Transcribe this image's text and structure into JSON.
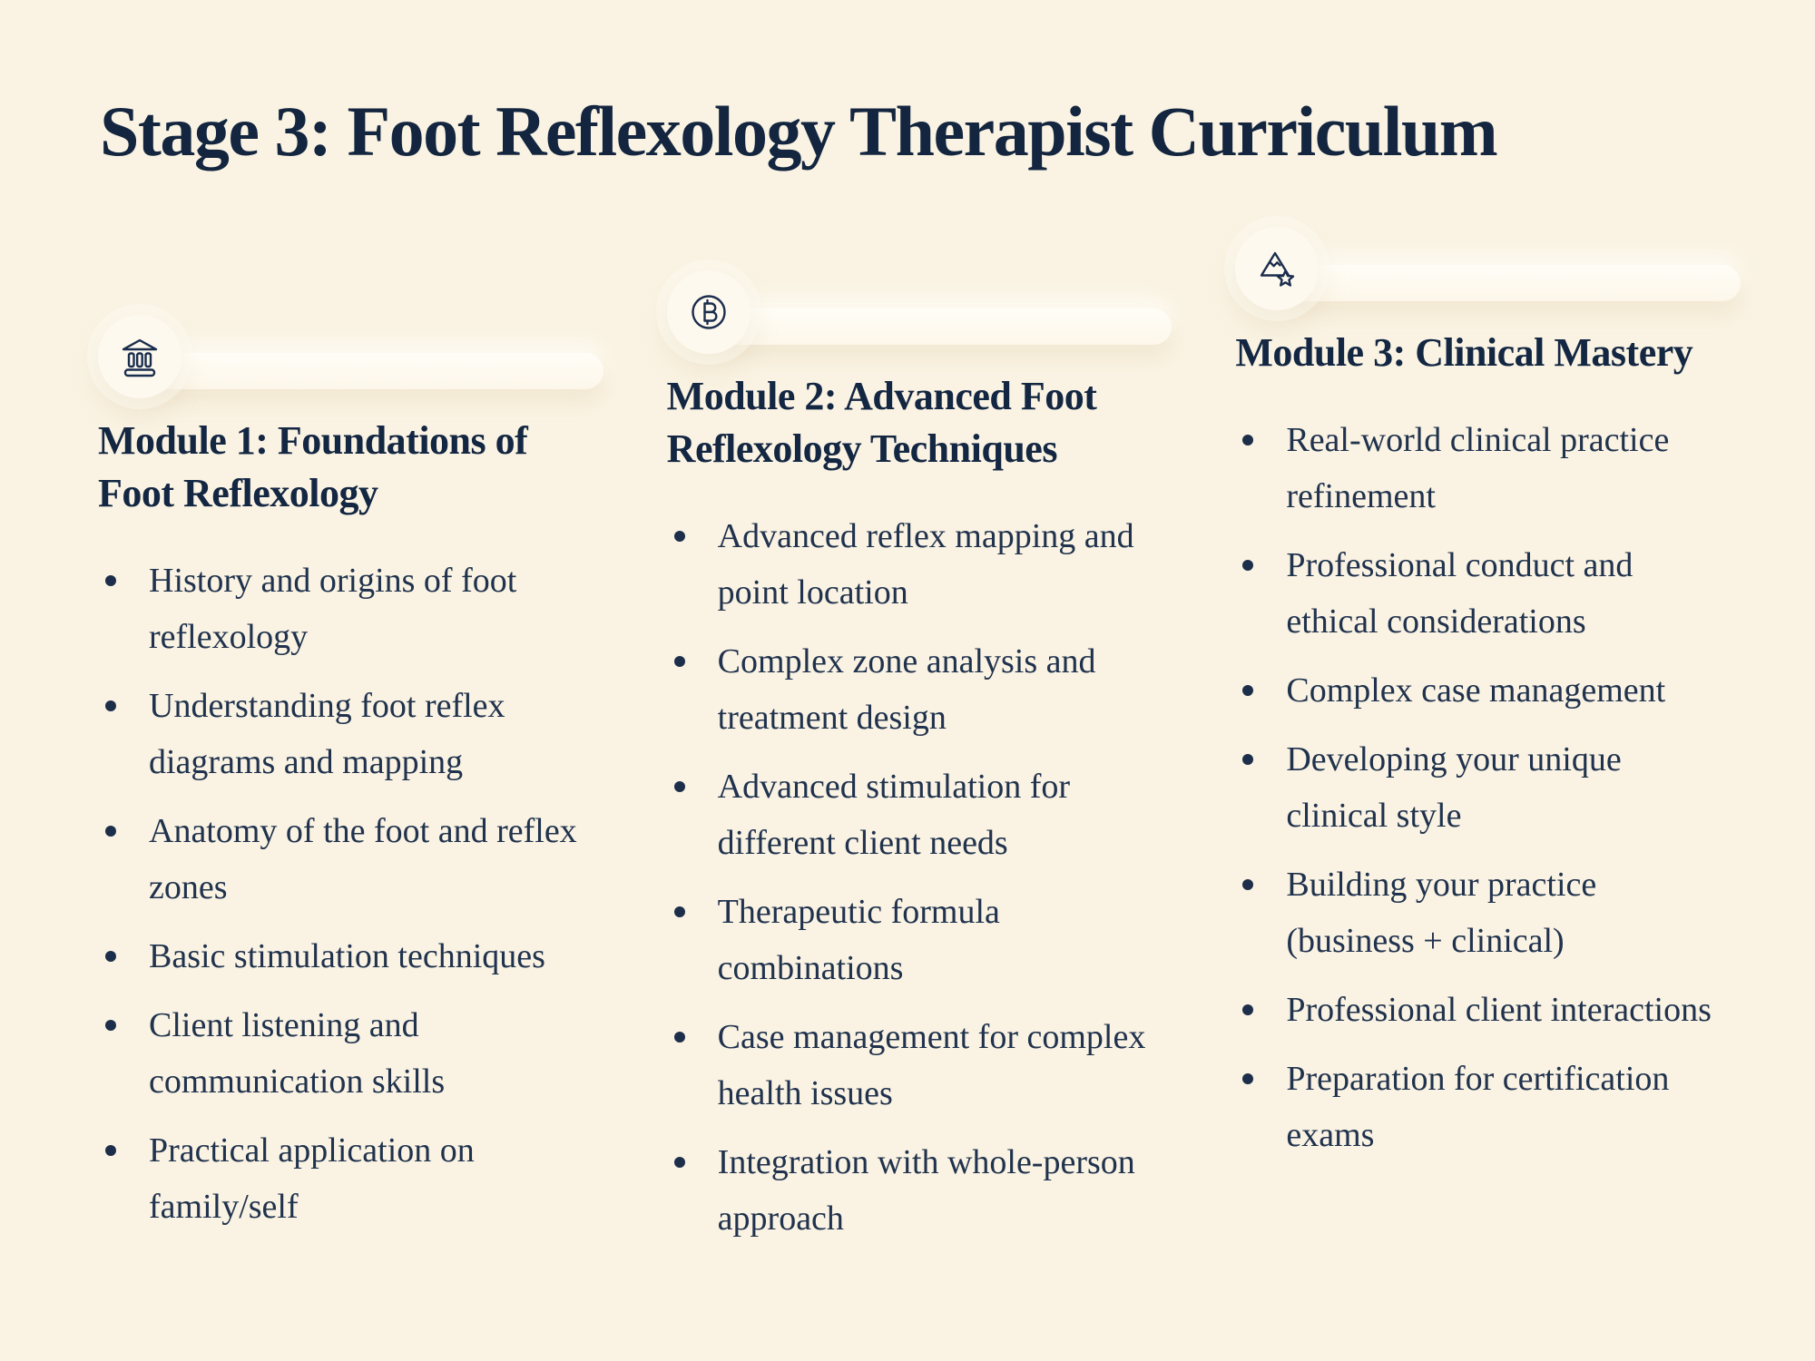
{
  "page": {
    "background_color": "#faf3e3",
    "title_color": "#13253f",
    "body_text_color": "#20324d",
    "icon_stroke_color": "#1b2d4d"
  },
  "title": "Stage 3: Foot Reflexology Therapist Curriculum",
  "modules": [
    {
      "icon": "bank-icon",
      "heading": "Module 1: Foundations of Foot Reflexology",
      "items": [
        "History and origins of foot reflexology",
        "Understanding foot reflex diagrams and mapping",
        "Anatomy of the foot and reflex zones",
        "Basic stimulation techniques",
        "Client listening and communication skills",
        "Practical application on family/self"
      ]
    },
    {
      "icon": "bitcoin-icon",
      "heading": "Module 2: Advanced Foot Reflexology Techniques",
      "items": [
        "Advanced reflex mapping and point location",
        "Complex zone analysis and treatment design",
        "Advanced stimulation for different client needs",
        "Therapeutic formula combinations",
        "Case management for complex health issues",
        "Integration with whole-person approach"
      ]
    },
    {
      "icon": "mountain-star-icon",
      "heading": "Module 3: Clinical Mastery",
      "items": [
        "Real-world clinical practice refinement",
        "Professional conduct and ethical considerations",
        "Complex case management",
        "Developing your unique clinical style",
        "Building your practice (business + clinical)",
        "Professional client interactions",
        "Preparation for certification exams"
      ]
    }
  ]
}
